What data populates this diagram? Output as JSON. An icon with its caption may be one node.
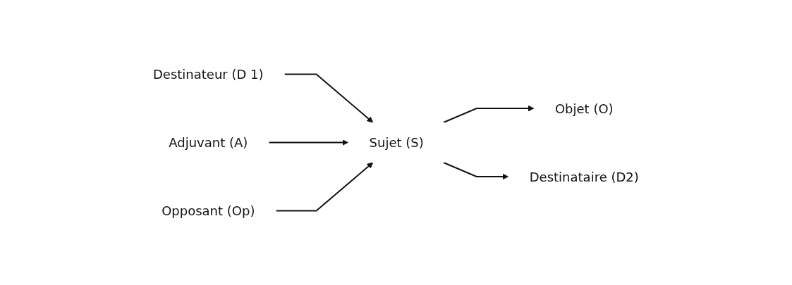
{
  "diagram": {
    "nodes": [
      {
        "text": [
          "Destinateur (D 1)"
        ]
      },
      {
        "text": [
          "Objet (O)"
        ]
      },
      {
        "text": [
          "Destinataire (D2)"
        ]
      },
      {
        "text": [
          "Sujet (S)"
        ]
      },
      {
        "text": [
          "Adjuvant (A)"
        ]
      },
      {
        "text": [
          "Opposant (Op)"
        ]
      }
    ],
    "edges": [
      {
        "from": 0,
        "to": 3,
        "arrow": "to"
      },
      {
        "from": 4,
        "to": 3,
        "arrow": "to"
      },
      {
        "from": 5,
        "to": 3,
        "arrow": "to"
      },
      {
        "from": 3,
        "to": 1,
        "arrow": "to"
      },
      {
        "from": 3,
        "to": 2,
        "arrow": "to"
      }
    ]
  }
}
